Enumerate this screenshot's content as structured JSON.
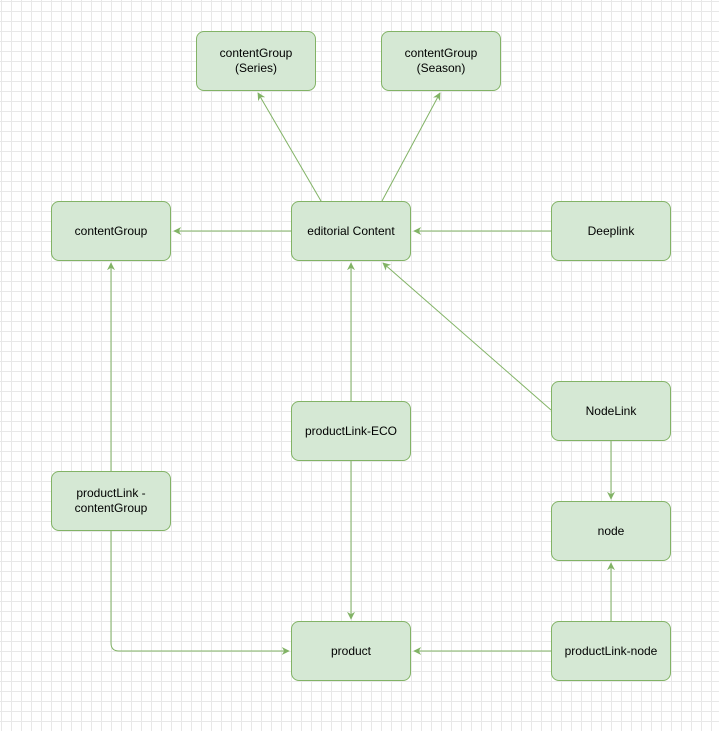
{
  "diagram": {
    "colors": {
      "fill": "#d5e8d4",
      "stroke": "#82b366",
      "grid": "#e8e8e8",
      "background": "#ffffff"
    },
    "nodes": [
      {
        "id": "cg-series",
        "label": "contentGroup\n(Series)"
      },
      {
        "id": "cg-season",
        "label": "contentGroup\n(Season)"
      },
      {
        "id": "content-group",
        "label": "contentGroup"
      },
      {
        "id": "editorial-content",
        "label": "editorial Content"
      },
      {
        "id": "deeplink",
        "label": "Deeplink"
      },
      {
        "id": "nodelink",
        "label": "NodeLink"
      },
      {
        "id": "productlink-eco",
        "label": "productLink-ECO"
      },
      {
        "id": "productlink-contentgroup",
        "label": "productLink -\ncontentGroup"
      },
      {
        "id": "node",
        "label": "node"
      },
      {
        "id": "product",
        "label": "product"
      },
      {
        "id": "productlink-node",
        "label": "productLink-node"
      }
    ],
    "edges": [
      {
        "from": "editorial-content",
        "to": "cg-series"
      },
      {
        "from": "editorial-content",
        "to": "cg-season"
      },
      {
        "from": "editorial-content",
        "to": "content-group"
      },
      {
        "from": "deeplink",
        "to": "editorial-content"
      },
      {
        "from": "nodelink",
        "to": "editorial-content"
      },
      {
        "from": "productlink-eco",
        "to": "editorial-content"
      },
      {
        "from": "productlink-eco",
        "to": "product"
      },
      {
        "from": "productlink-contentgroup",
        "to": "content-group"
      },
      {
        "from": "productlink-contentgroup",
        "to": "product"
      },
      {
        "from": "nodelink",
        "to": "node"
      },
      {
        "from": "productlink-node",
        "to": "node"
      },
      {
        "from": "productlink-node",
        "to": "product"
      }
    ]
  }
}
